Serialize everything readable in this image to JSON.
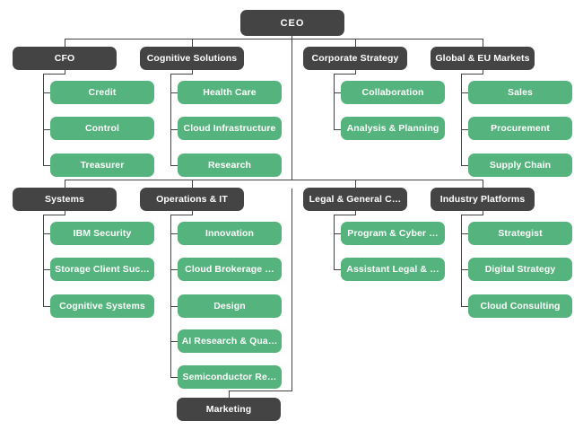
{
  "chart": {
    "title": "Organization Chart",
    "type": "org-chart",
    "colors": {
      "executive_node": "#444444",
      "department_node": "#55b37d",
      "connector": "#444444",
      "background": "#ffffff",
      "node_text": "#ffffff"
    },
    "root": {
      "label": "CEO",
      "level": 0,
      "style": "dark"
    },
    "groups": [
      {
        "id": "cfo",
        "header": {
          "label": "CFO",
          "style": "dark"
        },
        "children": [
          {
            "label": "Credit",
            "style": "green"
          },
          {
            "label": "Control",
            "style": "green"
          },
          {
            "label": "Treasurer",
            "style": "green"
          }
        ]
      },
      {
        "id": "cognitive-solutions",
        "header": {
          "label": "Cognitive Solutions",
          "style": "dark"
        },
        "children": [
          {
            "label": "Health Care",
            "style": "green"
          },
          {
            "label": "Cloud Infrastructure",
            "style": "green"
          },
          {
            "label": "Research",
            "style": "green"
          }
        ]
      },
      {
        "id": "corporate-strategy",
        "header": {
          "label": "Corporate Strategy",
          "style": "dark"
        },
        "children": [
          {
            "label": "Collaboration",
            "style": "green"
          },
          {
            "label": "Analysis & Planning",
            "style": "green"
          }
        ]
      },
      {
        "id": "global-eu-markets",
        "header": {
          "label": "Global & EU Markets",
          "style": "dark"
        },
        "children": [
          {
            "label": "Sales",
            "style": "green"
          },
          {
            "label": "Procurement",
            "style": "green"
          },
          {
            "label": "Supply Chain",
            "style": "green"
          }
        ]
      },
      {
        "id": "systems",
        "header": {
          "label": "Systems",
          "style": "dark"
        },
        "children": [
          {
            "label": "IBM Security",
            "style": "green"
          },
          {
            "label": "Storage Client Suc…",
            "style": "green"
          },
          {
            "label": "Cognitive Systems",
            "style": "green"
          }
        ]
      },
      {
        "id": "operations-it",
        "header": {
          "label": "Operations & IT",
          "style": "dark"
        },
        "children": [
          {
            "label": "Innovation",
            "style": "green"
          },
          {
            "label": "Cloud Brokerage …",
            "style": "green"
          },
          {
            "label": "Design",
            "style": "green"
          },
          {
            "label": "AI Research & Qua…",
            "style": "green"
          },
          {
            "label": "Semiconductor Re…",
            "style": "green"
          }
        ]
      },
      {
        "id": "legal-general-counsel",
        "header": {
          "label": "Legal & General C…",
          "style": "dark"
        },
        "children": [
          {
            "label": "Program & Cyber …",
            "style": "green"
          },
          {
            "label": "Assistant Legal & …",
            "style": "green"
          }
        ]
      },
      {
        "id": "industry-platforms",
        "header": {
          "label": "Industry Platforms",
          "style": "dark"
        },
        "children": [
          {
            "label": "Strategist",
            "style": "green"
          },
          {
            "label": "Digital Strategy",
            "style": "green"
          },
          {
            "label": "Cloud Consulting",
            "style": "green"
          }
        ]
      }
    ],
    "trailing": {
      "label": "Marketing",
      "style": "dark"
    }
  }
}
